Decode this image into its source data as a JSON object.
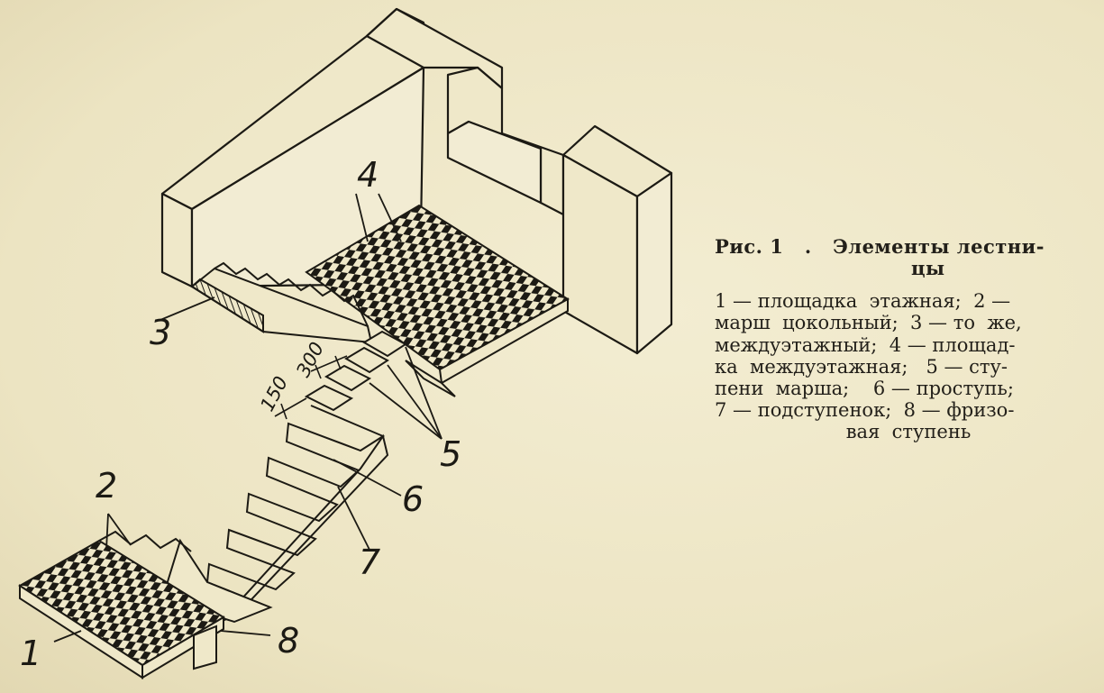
{
  "figure": {
    "caption_title": "Рис. 1   .   Элементы лестни-",
    "caption_title_2": "цы",
    "caption_body": "1 — площадка этажная; 2 — марш цокольный; 3 — то же, междуэтажный; 4 — площадка междуэтажная; 5 — ступени марша; 6 — проступь; 7 — подступенок; 8 — фризовая ступень",
    "caption_lines": [
      "1 — площадка  этажная;  2 —",
      "марш  цокольный;  3 — то  же,",
      "междуэтажный;  4 — площад-",
      "ка  междуэтажная;   5 — сту-",
      "пени  марша;    6 — проступь;",
      "7 — подступенок;  8 — фризо-"
    ],
    "caption_last": "вая  ступень"
  },
  "callouts": [
    "1",
    "2",
    "3",
    "4",
    "5",
    "6",
    "7",
    "8"
  ],
  "dimensions": {
    "riser": "150",
    "tread": "300"
  },
  "colors": {
    "paper": "#efe8c9",
    "ink": "#1c1a14"
  }
}
